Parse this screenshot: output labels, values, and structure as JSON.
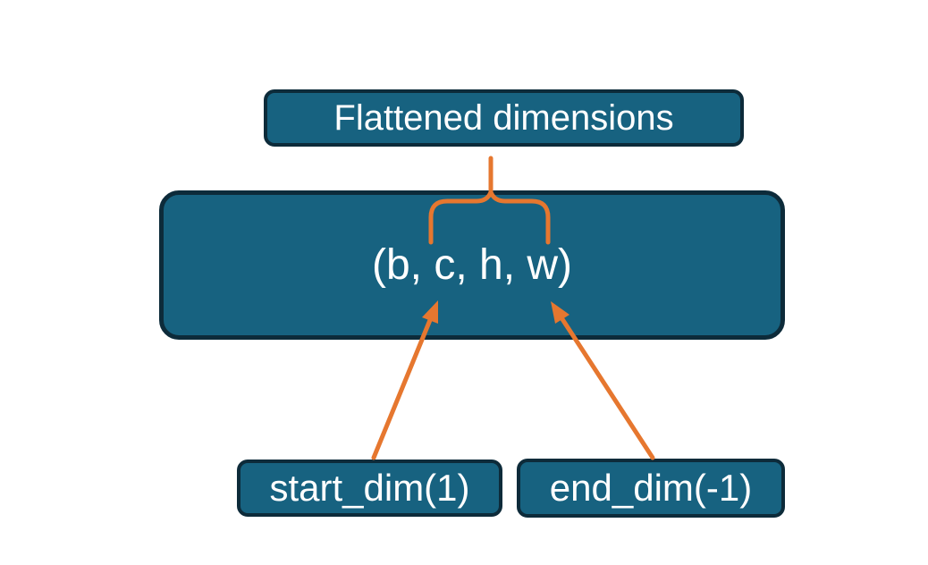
{
  "colors": {
    "background": "#ffffff",
    "box_fill": "#176280",
    "box_border": "#0d2b3a",
    "connector": "#e6772f",
    "text": "#ffffff"
  },
  "diagram": {
    "flattened_label": "Flattened dimensions",
    "tensor_shape_label": "(b, c, h, w)",
    "start_dim_label": "start_dim(1)",
    "end_dim_label": "end_dim(-1)"
  }
}
